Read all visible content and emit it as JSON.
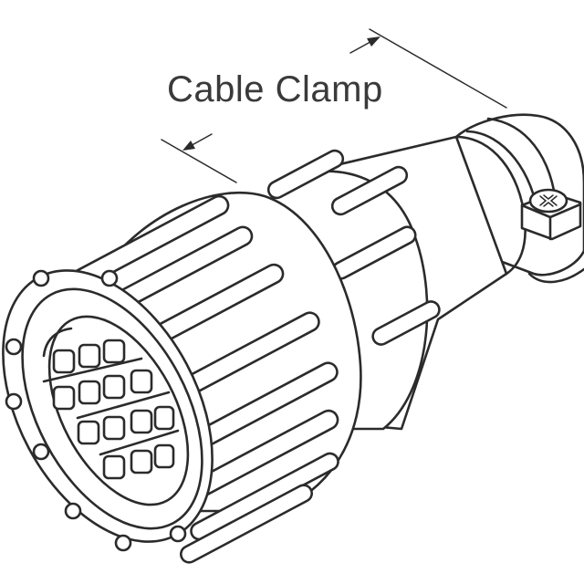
{
  "diagram": {
    "subject": "circular multi-pin connector with cable clamp",
    "callout": {
      "label": "Cable Clamp"
    },
    "parts": [
      "coupling-ring",
      "grip-ribs",
      "contact-insert",
      "cable-clamp",
      "clamp-screw",
      "dimension-arrows"
    ],
    "contacts_visible": 14,
    "line_color": "#2b2b2b",
    "background": "#ffffff"
  }
}
